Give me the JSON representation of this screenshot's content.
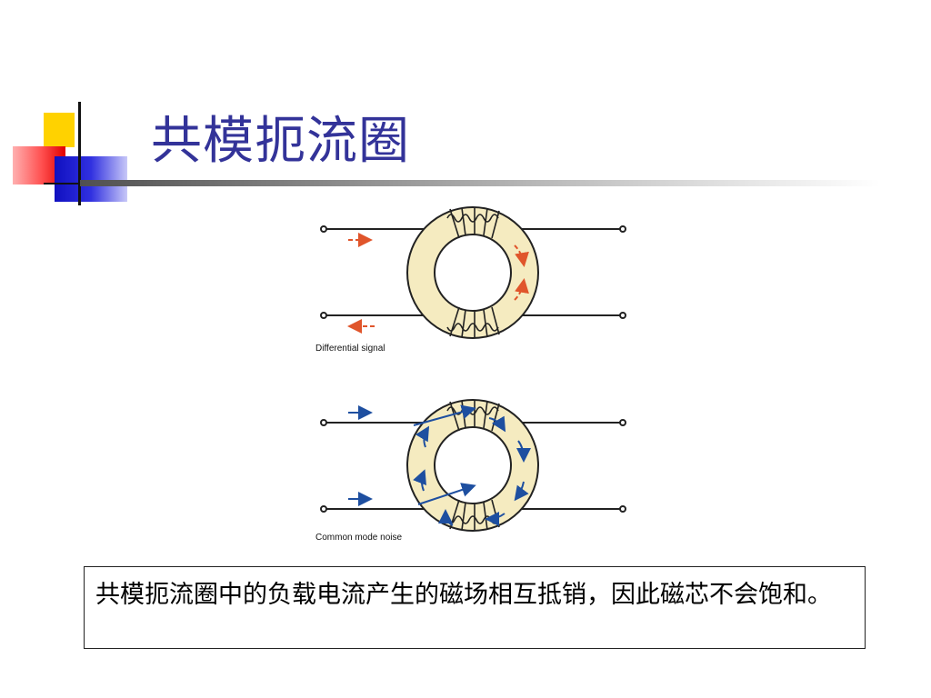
{
  "slide": {
    "title": "共模扼流圈",
    "caption": "共模扼流圈中的负载电流产生的磁场相互抵销，因此磁芯不会饱和。"
  },
  "diagrams": [
    {
      "label": "Differential signal"
    },
    {
      "label": "Common mode noise"
    }
  ],
  "colors": {
    "title": "#333399",
    "core_fill": "#f5ebc0",
    "differential_arrow": "#e0552b",
    "common_mode_arrow": "#1e4fa0"
  }
}
